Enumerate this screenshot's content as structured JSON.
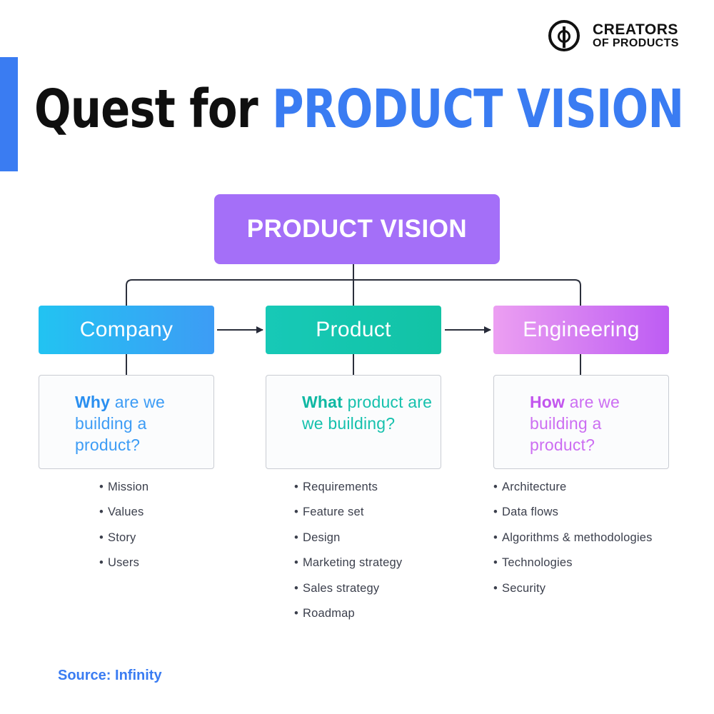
{
  "header": {
    "title_prefix": "Quest for",
    "title_highlight": "PRODUCT VISION"
  },
  "logo": {
    "line1": "CREATORS",
    "line2": "OF PRODUCTS",
    "icon": "phi-circle-icon"
  },
  "diagram": {
    "root": "PRODUCT VISION",
    "columns": [
      {
        "label": "Company",
        "question_keyword": "Why",
        "question_rest": " are we building a product?",
        "items": [
          "Mission",
          "Values",
          "Story",
          "Users"
        ]
      },
      {
        "label": "Product",
        "question_keyword": "What",
        "question_rest": " product are we building?",
        "items": [
          "Requirements",
          "Feature set",
          "Design",
          "Marketing strategy",
          "Sales strategy",
          "Roadmap"
        ]
      },
      {
        "label": "Engineering",
        "question_keyword": "How",
        "question_rest": " are we building a product?",
        "items": [
          "Architecture",
          "Data flows",
          "Algorithms & methodologies",
          "Technologies",
          "Security"
        ]
      }
    ]
  },
  "footer": {
    "source": "Source: Infinity"
  },
  "colors": {
    "accent_blue": "#3a7cf2",
    "vision_purple": "#a46ff8",
    "company_blue": "#2fb3f3",
    "product_teal": "#14c6ae",
    "engineering_magenta": "#d37af3"
  }
}
